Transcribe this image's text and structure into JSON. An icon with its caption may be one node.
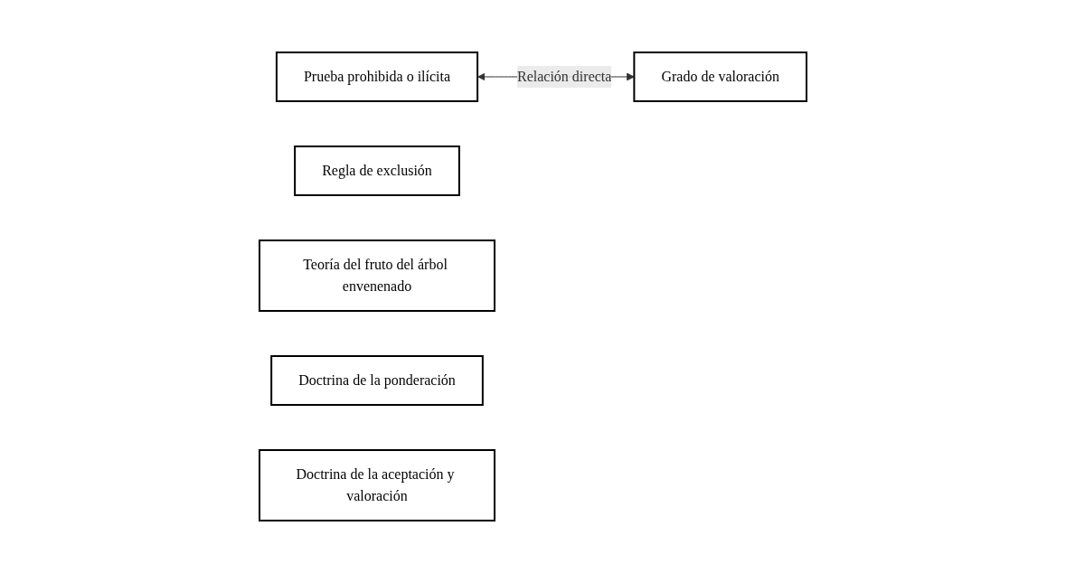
{
  "diagram": {
    "nodes": [
      {
        "text": [
          "Prueba prohibida o ilícita"
        ]
      },
      {
        "text": [
          "Grado de valoración"
        ]
      },
      {
        "text": [
          "Regla de exclusión"
        ]
      },
      {
        "text": [
          "Teoría del fruto del árbol envenenado"
        ]
      },
      {
        "text": [
          "Doctrina de la ponderación"
        ]
      },
      {
        "text": [
          "Doctrina de la aceptación y valoración"
        ]
      }
    ],
    "edges": [
      {
        "from": 0,
        "to": 1,
        "arrow": "both",
        "label": "Relación directa"
      }
    ]
  }
}
